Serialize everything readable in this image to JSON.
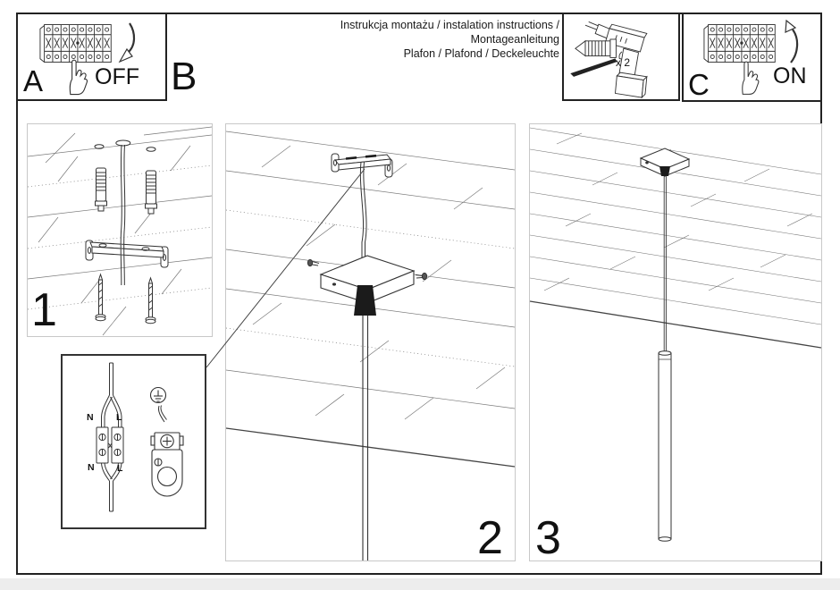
{
  "document": {
    "title_line1": "Instrukcja montażu / instalation instructions / Montageanleitung",
    "title_line2": "Plafon / Plafond / Deckeleuchte"
  },
  "sections": {
    "a": {
      "label": "A",
      "action": "OFF"
    },
    "b": {
      "label": "B"
    },
    "c": {
      "label": "C",
      "action": "ON"
    }
  },
  "tools": {
    "anchors_count": "x 2"
  },
  "steps": {
    "one": "1",
    "two": "2",
    "three": "3"
  },
  "wiring": {
    "n_top": "N",
    "l_top": "L",
    "n_bottom": "N",
    "l_bottom": "L"
  },
  "colors": {
    "line": "#333333",
    "frame_border": "#222222",
    "panel_border": "#c8c8c8",
    "ink_black": "#1b1b1b"
  },
  "icons": {
    "breaker": "circuit-breaker-panel-icon",
    "hand": "pointing-hand-icon",
    "arrow_down": "curved-arrow-down-icon",
    "arrow_up": "curved-arrow-up-icon",
    "drill": "power-drill-icon",
    "wall_plug": "wall-anchor-icon",
    "drill_bit": "drill-bit-icon",
    "earth": "earth-ground-symbol-icon",
    "terminal": "terminal-block-icon",
    "clamp": "earth-clamp-icon"
  }
}
